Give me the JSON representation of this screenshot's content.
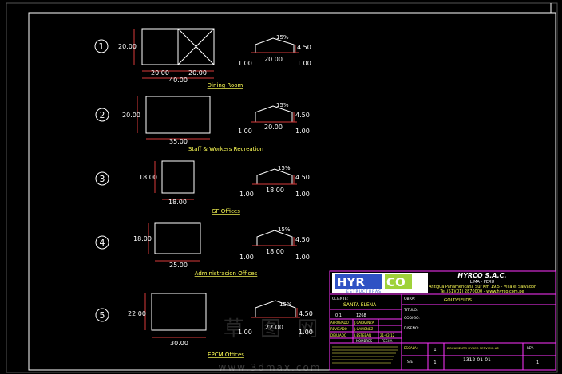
{
  "theme": {
    "background": "#000000",
    "border": "#ffffff",
    "geometry": "#ffffff",
    "dimension": "#d83a3a",
    "text": "#ffffff",
    "title_text": "#ffff55",
    "block_border": "#ff33ff",
    "block_text": "#ffff55",
    "logo_blue": "#2f52c4",
    "logo_green": "#9fd23a"
  },
  "buildings": [
    {
      "number": "1",
      "title": "Dining  Room",
      "plan": {
        "height_label": "20.00",
        "widths": [
          "20.00",
          "20.00"
        ],
        "total": "40.00"
      },
      "section": {
        "slope": "15%",
        "height": "4.50",
        "width": "20.00",
        "eave_left": "1.00",
        "eave_right": "1.00"
      }
    },
    {
      "number": "2",
      "title": "Staff  &  Workers  Recreation",
      "plan": {
        "height_label": "20.00",
        "widths": [
          "35.00"
        ],
        "total": ""
      },
      "section": {
        "slope": "15%",
        "height": "4.50",
        "width": "20.00",
        "eave_left": "1.00",
        "eave_right": "1.00"
      }
    },
    {
      "number": "3",
      "title": "GF  Offices",
      "plan": {
        "height_label": "18.00",
        "widths": [
          "18.00"
        ],
        "total": ""
      },
      "section": {
        "slope": "15%",
        "height": "4.50",
        "width": "18.00",
        "eave_left": "1.00",
        "eave_right": "1.00"
      }
    },
    {
      "number": "4",
      "title": "Administracion  Offices",
      "plan": {
        "height_label": "18.00",
        "widths": [
          "25.00"
        ],
        "total": ""
      },
      "section": {
        "slope": "15%",
        "height": "4.50",
        "width": "18.00",
        "eave_left": "1.00",
        "eave_right": "1.00"
      }
    },
    {
      "number": "5",
      "title": "EPCM  Offices",
      "plan": {
        "height_label": "22.00",
        "widths": [
          "30.00"
        ],
        "total": ""
      },
      "section": {
        "slope": "15%",
        "height": "4.50",
        "width": "22.00",
        "eave_left": "1.00",
        "eave_right": "1.00"
      }
    }
  ],
  "title_block": {
    "logo_left": "HYR",
    "logo_right": "CO",
    "logo_sub": "ESTRUCTURAS",
    "company": "HYRCO S.A.C.",
    "city": "LIMA - PERU",
    "address": "Antigua Panamericana Sur Km 19.5 - Villa el Salvador",
    "phone": "Tel.(51)(01) 2870000 - www.hyrco.com.pe",
    "client_label": "CLIENTE:",
    "client_name": "SANTA ELENA",
    "work_label": "OBRA:",
    "work_name": "GOLDFIELDS",
    "title_label": "TITULO:",
    "code_label": "CODIGO:",
    "drawing_label": "DISEÑO:",
    "rev_a": "0 1",
    "rev_b": "1268",
    "approved": "APROBADO",
    "approved_name": "J.CARRANZA",
    "reviewed": "REVISADO",
    "reviewed_name": "J.GAMONEZ",
    "drawn": "DIBUJADO",
    "drawn_name": "J.ESTEBAN",
    "drawn_date": "21-02-12",
    "names_header": "NOMBRES",
    "date_header": "FECHA",
    "scale_label": "ESCALA:",
    "scale_value": "S/E",
    "sheet_a": "1",
    "sheet_b": "1",
    "doc_label": "DOCUMENTO HYRCO SERVICIO AT.",
    "rev_label": "REV.",
    "doc_number": "1312-01-01",
    "rev_value": "1"
  },
  "watermark": {
    "chars": "草 图 网",
    "url": "www.3dmax.com"
  }
}
